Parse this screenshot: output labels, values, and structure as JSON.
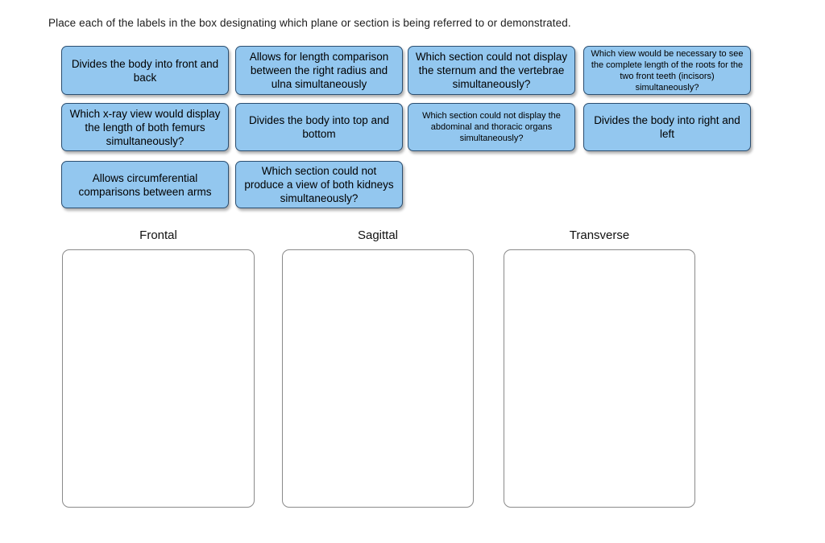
{
  "prompt": {
    "text": "Place each of the labels in the box designating which plane or section is being referred to or demonstrated."
  },
  "colors": {
    "tile_fill": "#93c7ef",
    "tile_border": "#2b4e70",
    "dropzone_border": "#8a8a8a",
    "page_background": "#ffffff",
    "text": "#000000"
  },
  "labels": [
    {
      "id": "label-1",
      "text": "Divides the body into front and back",
      "size": "normal"
    },
    {
      "id": "label-2",
      "text": "Allows for length comparison between the right radius and ulna simultaneously",
      "size": "normal"
    },
    {
      "id": "label-3",
      "text": "Which section could not display the sternum and the vertebrae simultaneously?",
      "size": "normal"
    },
    {
      "id": "label-4",
      "text": "Which view would be necessary to see the complete length of the roots for the two front teeth (incisors) simultaneously?",
      "size": "small"
    },
    {
      "id": "label-5",
      "text": "Which x-ray view would display the length of both femurs simultaneously?",
      "size": "normal"
    },
    {
      "id": "label-6",
      "text": "Divides the body into top and bottom",
      "size": "normal"
    },
    {
      "id": "label-7",
      "text": "Which section could not display the abdominal and thoracic organs simultaneously?",
      "size": "small"
    },
    {
      "id": "label-8",
      "text": "Divides the body into right and left",
      "size": "normal"
    },
    {
      "id": "label-9",
      "text": "Allows circumferential comparisons between arms",
      "size": "normal"
    },
    {
      "id": "label-10",
      "text": "Which section could not produce a view of both kidneys simultaneously?",
      "size": "normal"
    }
  ],
  "dropzones": [
    {
      "id": "dropzone-frontal",
      "title": "Frontal",
      "contents": []
    },
    {
      "id": "dropzone-sagittal",
      "title": "Sagittal",
      "contents": []
    },
    {
      "id": "dropzone-transverse",
      "title": "Transverse",
      "contents": []
    }
  ]
}
